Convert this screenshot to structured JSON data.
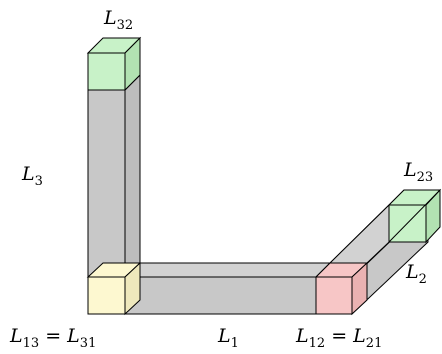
{
  "labels": {
    "l32": {
      "main": "L",
      "sub": "32"
    },
    "l3": {
      "main": "L",
      "sub": "3"
    },
    "l23": {
      "main": "L",
      "sub": "23"
    },
    "l2": {
      "main": "L",
      "sub": "2"
    },
    "l1": {
      "main": "L",
      "sub": "1"
    },
    "l13": {
      "main": "L",
      "sub": "13",
      "eq": " = ",
      "main2": "L",
      "sub2": "31"
    },
    "l12": {
      "main": "L",
      "sub": "12",
      "eq": " = ",
      "main2": "L",
      "sub2": "21"
    }
  },
  "colors": {
    "beam": "#c8c8c8",
    "beam_edge": "#b4b4b4",
    "cube_green": "#c8f2c8",
    "cube_green_side": "#b0e0b0",
    "cube_yellow": "#fdf8d0",
    "cube_yellow_side": "#ece6b8",
    "cube_red": "#f7c6c6",
    "cube_red_side": "#e8b0b0",
    "stroke": "#000000"
  }
}
